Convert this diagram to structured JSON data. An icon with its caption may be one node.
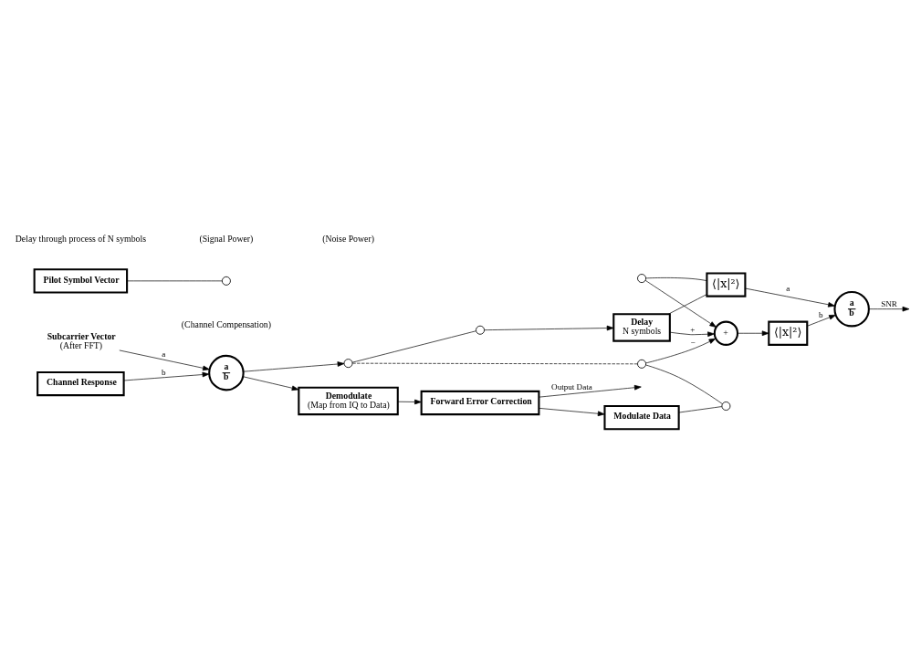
{
  "diagram": {
    "nodes": [
      {
        "text": [
          "Subcarrier Vector",
          "(After FFT)"
        ]
      },
      {
        "text": [
          "a",
          "b"
        ],
        "beside": [
          "(Channel Compensation)"
        ]
      },
      {
        "text": [
          "Channel Response"
        ]
      },
      {
        "text": [
          "Demodulate",
          "(Map from IQ to Data)"
        ]
      },
      {
        "text": [
          "Forward Error Correction"
        ]
      },
      {
        "text": [],
        "shape": "circle"
      },
      {
        "text": [],
        "shape": "circle"
      },
      {
        "text": [],
        "shape": "circle"
      },
      {
        "text": [
          "Delay",
          "N symbols"
        ]
      },
      {
        "text": [
          "+"
        ]
      },
      {
        "text": [],
        "shape": "circle"
      },
      {
        "text": [],
        "shape": "circle"
      },
      {
        "text": [],
        "shape": "circle"
      },
      {
        "text": [
          "Modulate Data"
        ]
      },
      {
        "text": [
          "Pilot Symbol Vector"
        ]
      },
      {
        "text": [
          "⟨|x|²⟩"
        ]
      },
      {
        "text": [
          "⟨|x|²⟩"
        ]
      },
      {
        "text": [
          "a",
          "b"
        ]
      }
    ],
    "edges": [
      {
        "from": 0,
        "to": 1,
        "arrow": "to",
        "label": "a"
      },
      {
        "from": 2,
        "to": 1,
        "arrow": "to",
        "label": "b"
      },
      {
        "from": 1,
        "to": 3,
        "arrow": "to"
      },
      {
        "from": 1,
        "to": 5,
        "arrow": "to"
      },
      {
        "from": 3,
        "to": 4,
        "arrow": "to"
      },
      {
        "from": 4,
        "to": null,
        "arrow": "to",
        "label": "Output Data"
      },
      {
        "from": 4,
        "to": 13,
        "arrow": "to"
      },
      {
        "from": 5,
        "to": 6,
        "arrow": "none"
      },
      {
        "from": 5,
        "to": 10,
        "arrow": "none",
        "style": "dashed"
      },
      {
        "from": 6,
        "to": 8,
        "arrow": "to"
      },
      {
        "from": 7,
        "to": 9,
        "arrow": "to"
      },
      {
        "from": 7,
        "to": 15,
        "arrow": "none"
      },
      {
        "from": 8,
        "to": 9,
        "arrow": "to",
        "label": "+"
      },
      {
        "from": 8,
        "to": 15,
        "arrow": "none"
      },
      {
        "from": 10,
        "to": 11,
        "arrow": "none"
      },
      {
        "from": 13,
        "to": 11,
        "arrow": "none"
      },
      {
        "from": 14,
        "to": 12,
        "arrow": "none"
      },
      {
        "from": 10,
        "to": 9,
        "arrow": "to",
        "label": "−"
      },
      {
        "from": 9,
        "to": 16,
        "arrow": "to"
      },
      {
        "from": 15,
        "to": 17,
        "arrow": "to",
        "label": "a"
      },
      {
        "from": 16,
        "to": 17,
        "arrow": "to",
        "label": "b"
      },
      {
        "from": 17,
        "to": null,
        "arrow": "to",
        "label": "SNR"
      }
    ],
    "labels": [
      "Delay through process of N symbols",
      "(Signal Power)",
      "(Noise Power)"
    ]
  }
}
